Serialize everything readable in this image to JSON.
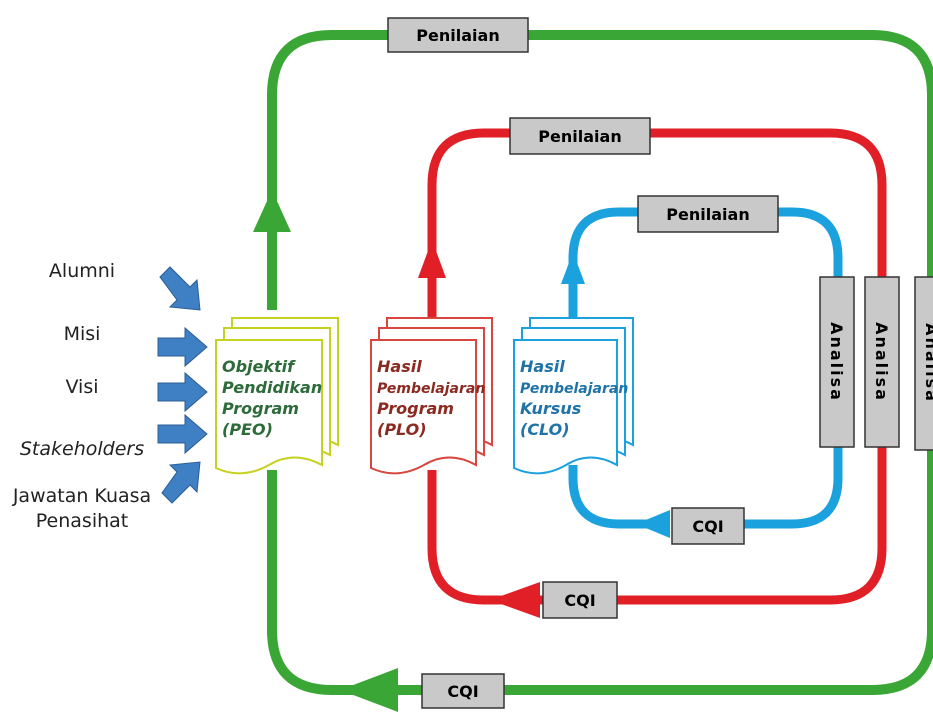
{
  "colors": {
    "outer_loop": "#3aa635",
    "middle_loop": "#e01f26",
    "inner_loop": "#1ba1dd",
    "input_arrow": "#3f7fc4",
    "box_fill": "#c9c9c9",
    "peo_text": "#2e6b3a",
    "plo_text": "#8b2a20",
    "clo_text": "#1f73a8"
  },
  "inputs": [
    {
      "label": "Alumni",
      "italic": false
    },
    {
      "label": "Misi",
      "italic": false
    },
    {
      "label": "Visi",
      "italic": false
    },
    {
      "label": "Stakeholders",
      "italic": true
    },
    {
      "label": "Jawatan Kuasa",
      "italic": false
    },
    {
      "label": "Penasihat",
      "italic": false
    }
  ],
  "outer": {
    "penilaian": "Penilaian",
    "analisa": "Analisa",
    "cqi": "CQI",
    "document": [
      "Objektif",
      "Pendidikan",
      "Program",
      "(PEO)"
    ]
  },
  "middle": {
    "penilaian": "Penilaian",
    "analisa": "Analisa",
    "cqi": "CQI",
    "document": [
      "Hasil",
      "Pembelajaran",
      "Program",
      "(PLO)"
    ]
  },
  "inner": {
    "penilaian": "Penilaian",
    "analisa": "Analisa",
    "cqi": "CQI",
    "document": [
      "Hasil",
      "Pembelajaran",
      "Kursus",
      "(CLO)"
    ]
  }
}
